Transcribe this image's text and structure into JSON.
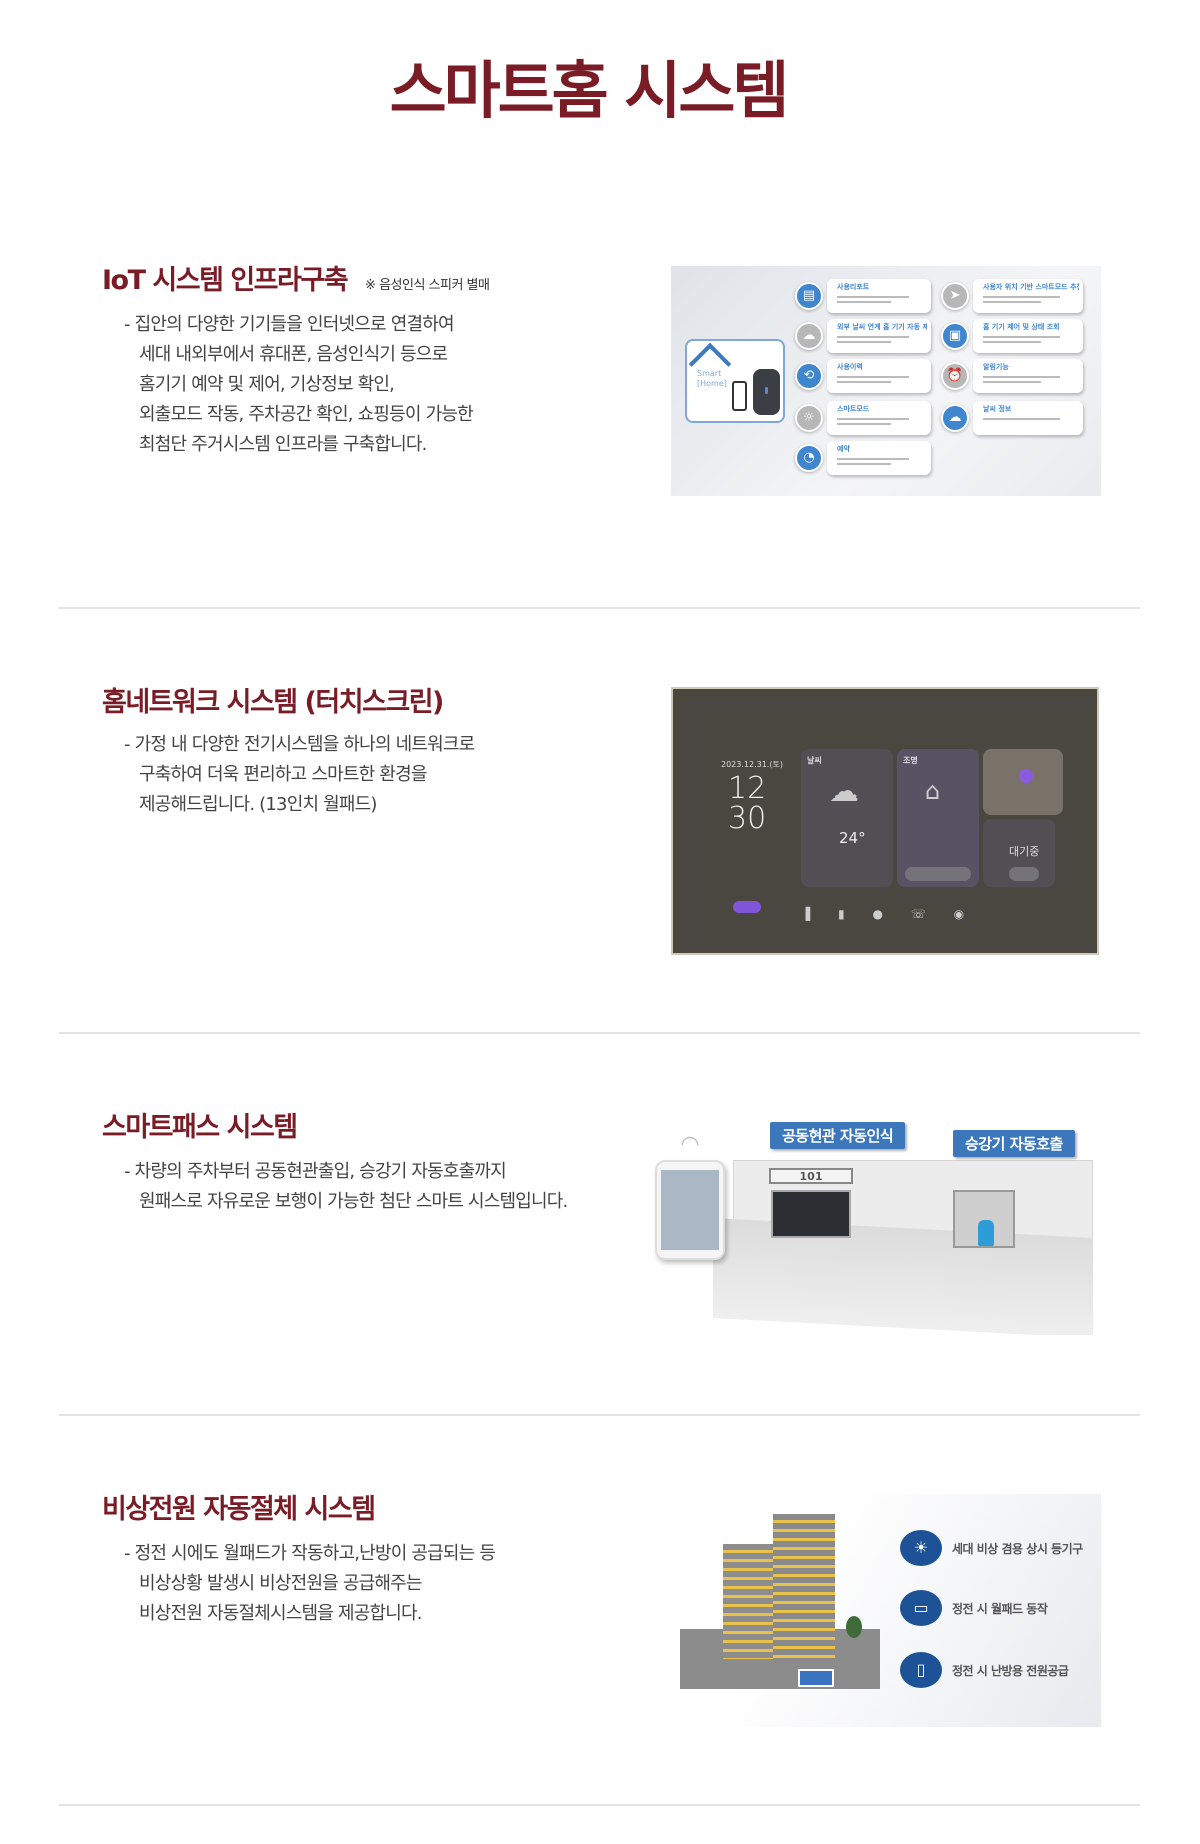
{
  "page_title": "스마트홈 시스템",
  "sections": [
    {
      "heading": "IoT 시스템 인프라구축",
      "note": "※ 음성인식 스피커 별매",
      "lines": [
        "- 집안의 다양한 기기들을 인터넷으로 연결하여",
        "세대 내외부에서 휴대폰, 음성인식기 등으로",
        "홈기기 예약 및 제어, 기상정보 확인,",
        "외출모드 작동, 주차공간 확인, 쇼핑등이 가능한",
        "최첨단 주거시스템 인프라를 구축합니다."
      ],
      "image": {
        "home_label_1": "Smart",
        "home_label_2": "Home",
        "left_features": [
          "사용리포트",
          "외부 날씨 연계 홈 기기 자동 제어",
          "사용이력",
          "스마트모드",
          "예약"
        ],
        "right_features": [
          "사용자 위치 기반 스마트모드 추천",
          "홈 기기 제어 및 상태 조회",
          "알림기능",
          "날씨 정보"
        ]
      }
    },
    {
      "heading": "홈네트워크 시스템 (터치스크린)",
      "lines": [
        "- 가정 내 다양한 전기시스템을 하나의 네트워크로",
        "구축하여 더욱 편리하고 스마트한 환경을",
        "제공해드립니다. (13인치 월패드)"
      ],
      "image": {
        "date": "2023.12.31.(토)",
        "hour": "12",
        "minute": "30",
        "weather_label": "날씨",
        "temp": "24°",
        "light_label": "조명",
        "elevator_status": "대기중"
      }
    },
    {
      "heading": "스마트패스 시스템",
      "lines": [
        "- 차량의 주차부터 공동현관출입, 승강기 자동호출까지",
        "원패스로 자유로운 보행이 가능한 첨단 스마트 시스템입니다."
      ],
      "image": {
        "tag_1": "공동현관 자동인식",
        "tag_2": "승강기 자동호출",
        "door_number": "101"
      }
    },
    {
      "heading": "비상전원 자동절체 시스템",
      "lines": [
        "- 정전 시에도 월패드가 작동하고,난방이 공급되는 등",
        "비상상황 발생시 비상전원을 공급해주는",
        "비상전원 자동절체시스템을 제공합니다."
      ],
      "image": {
        "features": [
          "세대 비상 겸용 상시 등기구",
          "정전 시 월패드 동작",
          "정전 시 난방용 전원공급"
        ]
      }
    }
  ],
  "colors": {
    "heading": "#7a1c26",
    "accent_blue": "#3c77bb"
  }
}
